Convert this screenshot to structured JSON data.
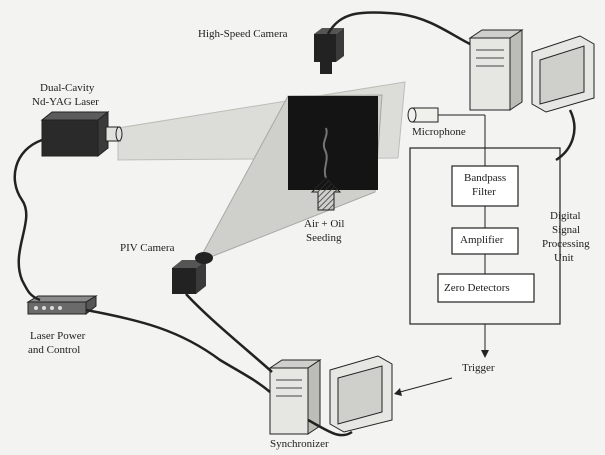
{
  "labels": {
    "high_speed_camera": "High-Speed Camera",
    "laser_line1": "Dual-Cavity",
    "laser_line2": "Nd-YAG Laser",
    "microphone": "Microphone",
    "bandpass_line1": "Bandpass",
    "bandpass_line2": "Filter",
    "amplifier": "Amplifier",
    "zero_detectors": "Zero Detectors",
    "dsp_line1": "Digital",
    "dsp_line2": "Signal",
    "dsp_line3": "Processing",
    "dsp_line4": "Unit",
    "seeding_line1": "Air + Oil",
    "seeding_line2": "Seeding",
    "piv_camera": "PIV Camera",
    "laser_power_line1": "Laser Power",
    "laser_power_line2": "and Control",
    "trigger": "Trigger",
    "synchronizer": "Synchronizer"
  },
  "colors": {
    "background": "#f3f3f1",
    "light_sheet": "#dcdcd8",
    "light_cone": "#cfcfcb",
    "flow_window": "#141414",
    "device_dark": "#2a2a2a",
    "computer_body": "#e6e6e2",
    "line": "#222222"
  }
}
